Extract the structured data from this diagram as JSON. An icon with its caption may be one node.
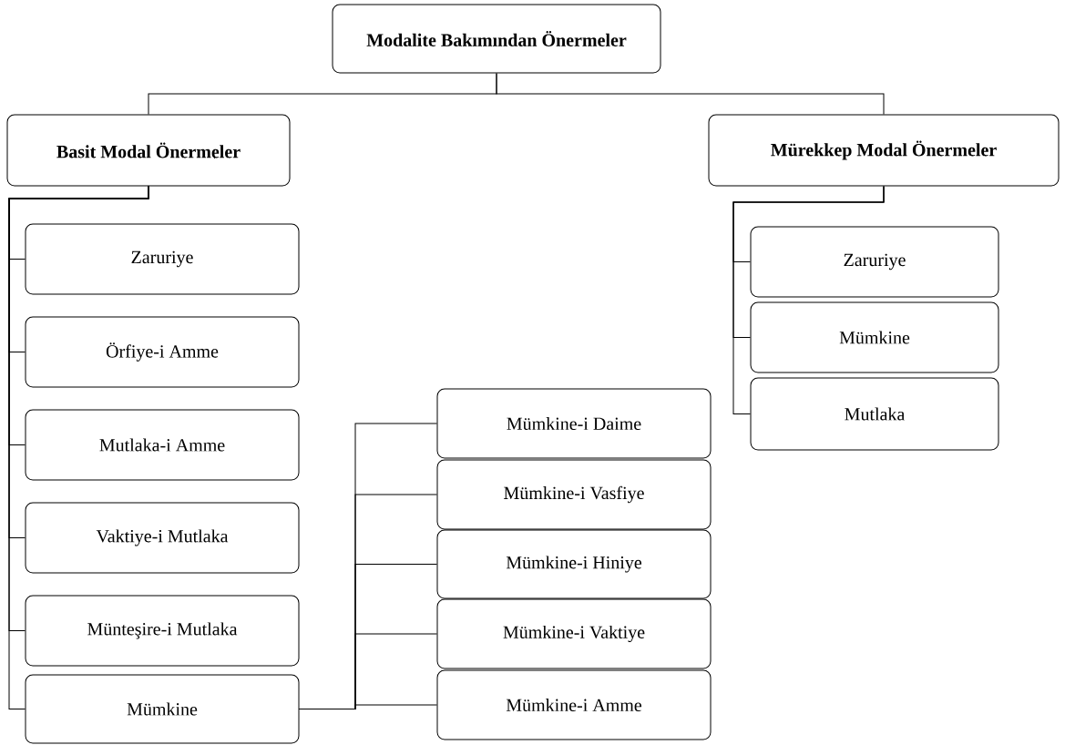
{
  "diagram": {
    "nodes": [
      {
        "text": [
          "Modalite Bakımından Önermeler"
        ]
      },
      {
        "text": [
          "Basit Modal Önermeler"
        ]
      },
      {
        "text": [
          "Mürekkep Modal Önermeler"
        ]
      },
      {
        "text": [
          "Zaruriye"
        ]
      },
      {
        "text": [
          "Örfiye-i Amme"
        ]
      },
      {
        "text": [
          "Mutlaka-i Amme"
        ]
      },
      {
        "text": [
          "Vaktiye-i Mutlaka"
        ]
      },
      {
        "text": [
          "Münteşire-i Mutlaka"
        ]
      },
      {
        "text": [
          "Mümkine"
        ]
      },
      {
        "text": [
          "Zaruriye"
        ]
      },
      {
        "text": [
          "Mümkine"
        ]
      },
      {
        "text": [
          "Mutlaka"
        ]
      },
      {
        "text": [
          "Mümkine-i Daime"
        ]
      },
      {
        "text": [
          "Mümkine-i Vasfiye"
        ]
      },
      {
        "text": [
          "Mümkine-i Hiniye"
        ]
      },
      {
        "text": [
          "Mümkine-i Vaktiye"
        ]
      },
      {
        "text": [
          "Mümkine-i Amme"
        ]
      }
    ],
    "edges": [
      {
        "from": 0,
        "to": 1,
        "arrow": "none"
      },
      {
        "from": 0,
        "to": 2,
        "arrow": "none"
      },
      {
        "from": 1,
        "to": 3,
        "arrow": "none"
      },
      {
        "from": 1,
        "to": 4,
        "arrow": "none"
      },
      {
        "from": 1,
        "to": 5,
        "arrow": "none"
      },
      {
        "from": 1,
        "to": 6,
        "arrow": "none"
      },
      {
        "from": 1,
        "to": 7,
        "arrow": "none"
      },
      {
        "from": 1,
        "to": 8,
        "arrow": "none"
      },
      {
        "from": 2,
        "to": 9,
        "arrow": "none"
      },
      {
        "from": 2,
        "to": 10,
        "arrow": "none"
      },
      {
        "from": 2,
        "to": 11,
        "arrow": "none"
      },
      {
        "from": 8,
        "to": 12,
        "arrow": "none"
      },
      {
        "from": 8,
        "to": 13,
        "arrow": "none"
      },
      {
        "from": 8,
        "to": 14,
        "arrow": "none"
      },
      {
        "from": 8,
        "to": 15,
        "arrow": "none"
      },
      {
        "from": 8,
        "to": 16,
        "arrow": "none"
      }
    ]
  }
}
